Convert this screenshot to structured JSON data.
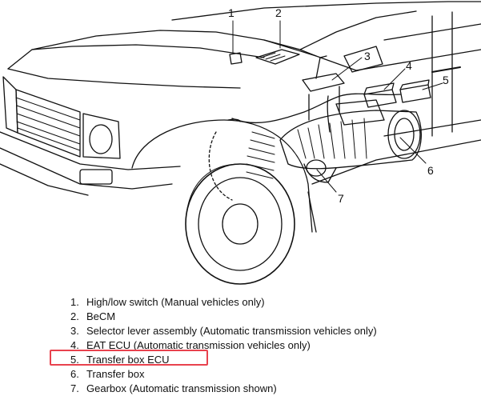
{
  "callouts": [
    "1",
    "2",
    "3",
    "4",
    "5",
    "6",
    "7"
  ],
  "legend": [
    {
      "number": "1.",
      "text": "High/low switch (Manual vehicles only)"
    },
    {
      "number": "2.",
      "text": "BeCM"
    },
    {
      "number": "3.",
      "text": "Selector lever assembly (Automatic transmission vehicles only)"
    },
    {
      "number": "4.",
      "text": "EAT ECU (Automatic transmission vehicles only)"
    },
    {
      "number": "5.",
      "text": "Transfer box ECU"
    },
    {
      "number": "6.",
      "text": "Transfer box"
    },
    {
      "number": "7.",
      "text": "Gearbox (Automatic transmission shown)"
    }
  ],
  "highlight": {
    "color": "#e8424e",
    "item_number": "5."
  }
}
